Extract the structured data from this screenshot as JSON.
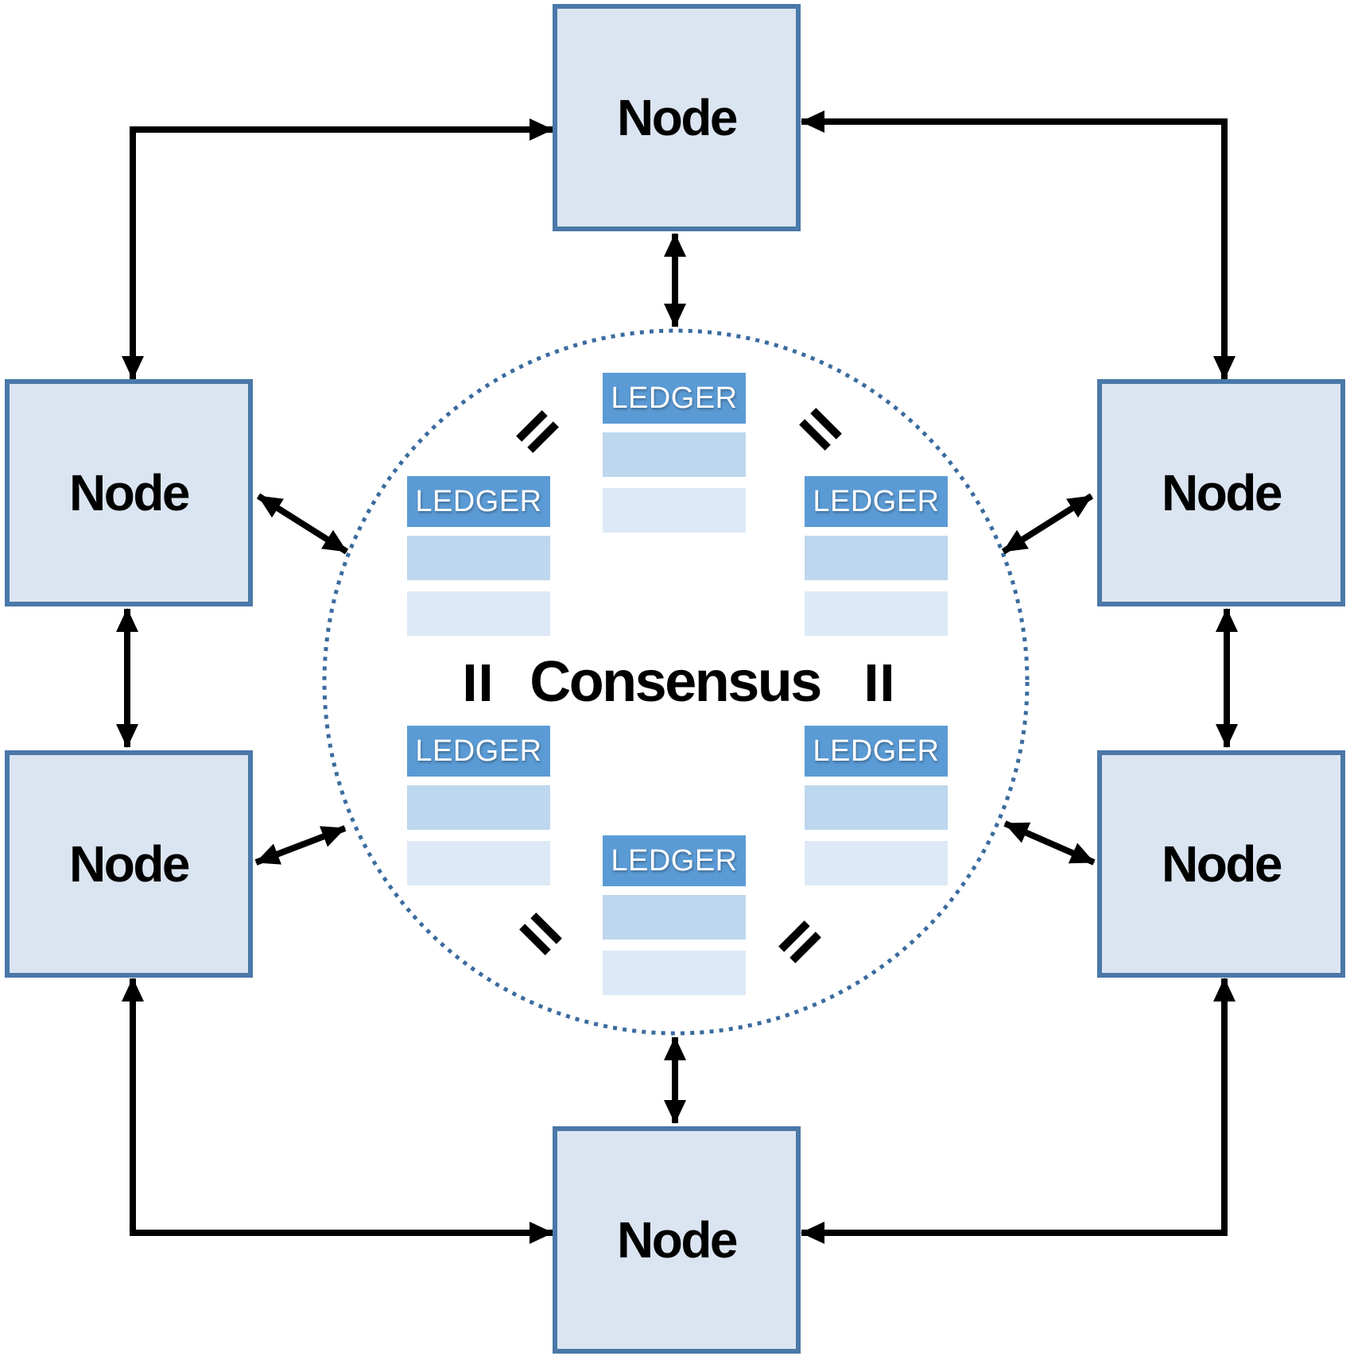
{
  "nodes": [
    {
      "position": "top",
      "label": "Node"
    },
    {
      "position": "upper-left",
      "label": "Node"
    },
    {
      "position": "upper-right",
      "label": "Node"
    },
    {
      "position": "lower-left",
      "label": "Node"
    },
    {
      "position": "lower-right",
      "label": "Node"
    },
    {
      "position": "bottom",
      "label": "Node"
    }
  ],
  "center": {
    "label": "Consensus"
  },
  "ledgers": [
    {
      "position": "top",
      "title": "LEDGER",
      "blank_rows": 2
    },
    {
      "position": "upper-left",
      "title": "LEDGER",
      "blank_rows": 2
    },
    {
      "position": "upper-right",
      "title": "LEDGER",
      "blank_rows": 2
    },
    {
      "position": "lower-left",
      "title": "LEDGER",
      "blank_rows": 2
    },
    {
      "position": "lower-right",
      "title": "LEDGER",
      "blank_rows": 2
    },
    {
      "position": "bottom",
      "title": "LEDGER",
      "blank_rows": 2
    }
  ],
  "equals_marks": {
    "count": 6,
    "symbol": "="
  },
  "colors": {
    "node_fill": "#dbe5f1",
    "node_border": "#4a78a8",
    "ledger_header": "#5b9bd5",
    "ledger_row1": "#bdd7ee",
    "ledger_row2": "#dde9f6",
    "circle_dots": "#3a6b9e",
    "arrow": "#000000"
  }
}
